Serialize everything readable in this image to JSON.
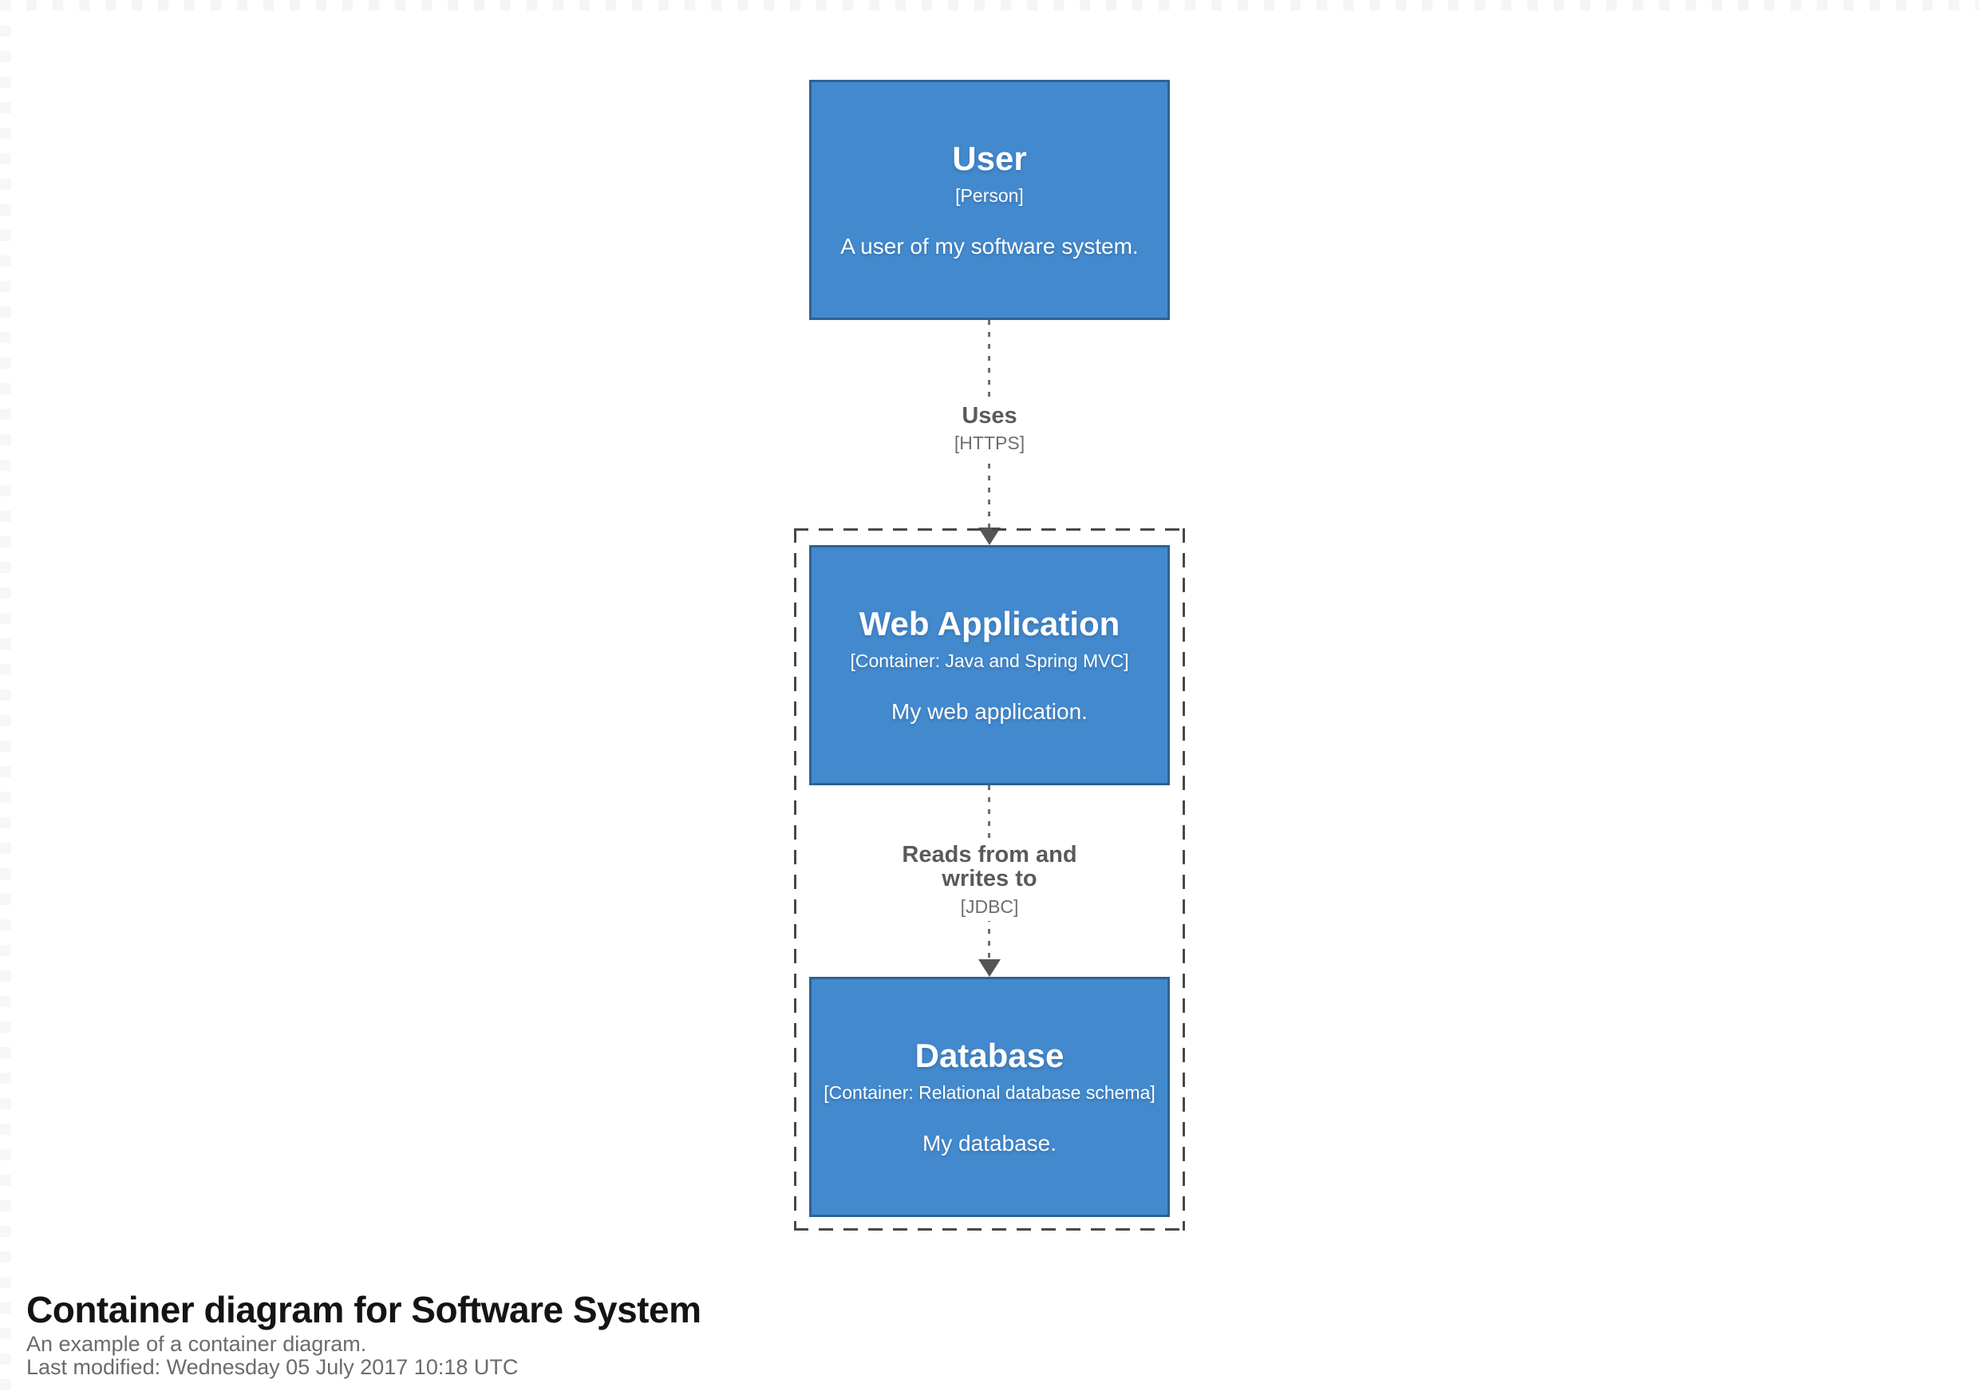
{
  "page": {
    "background": "#ffffff",
    "element_fill": "#4389ce",
    "element_border": "#2e6295",
    "relationship_gray": "#6e6e6e",
    "boundary_gray": "#484848"
  },
  "diagram": {
    "elements": [
      {
        "id": "user",
        "name": "User",
        "meta": "[Person]",
        "description": "A user of my software system."
      },
      {
        "id": "web-application",
        "name": "Web Application",
        "meta": "[Container: Java and Spring MVC]",
        "description": "My web application."
      },
      {
        "id": "database",
        "name": "Database",
        "meta": "[Container: Relational database schema]",
        "description": "My database."
      }
    ],
    "relationships": [
      {
        "id": "uses",
        "label": "Uses",
        "meta": "[HTTPS]"
      },
      {
        "id": "reads-writes",
        "label": "Reads from and writes to",
        "meta": "[JDBC]"
      }
    ]
  },
  "footer": {
    "title": "Container diagram for Software System",
    "subtitle": "An example of a container diagram.",
    "last_modified": "Last modified: Wednesday 05 July 2017 10:18 UTC"
  }
}
